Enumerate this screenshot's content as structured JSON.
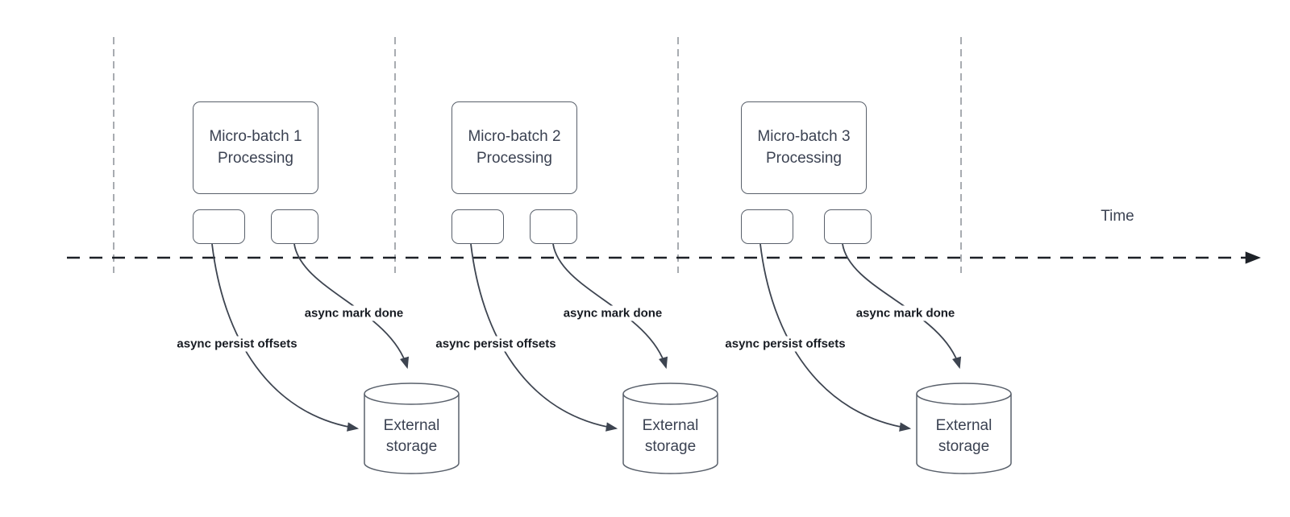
{
  "diagram_type": "timeline-flow-diagram",
  "time_axis": {
    "label": "Time"
  },
  "groups": [
    {
      "box_line1": "Micro-batch 1",
      "box_line2": "Processing",
      "persist_arrow_label": "async persist offsets",
      "done_arrow_label": "async mark done",
      "storage_line1": "External",
      "storage_line2": "storage"
    },
    {
      "box_line1": "Micro-batch 2",
      "box_line2": "Processing",
      "persist_arrow_label": "async persist offsets",
      "done_arrow_label": "async mark done",
      "storage_line1": "External",
      "storage_line2": "storage"
    },
    {
      "box_line1": "Micro-batch 3",
      "box_line2": "Processing",
      "persist_arrow_label": "async persist offsets",
      "done_arrow_label": "async mark done",
      "storage_line1": "External",
      "storage_line2": "storage"
    }
  ],
  "colors": {
    "background": "#ffffff",
    "shape_border": "#59606b",
    "shape_text": "#3b4252",
    "arrow_stroke": "#3d4450",
    "arrow_label_text": "#171b22",
    "time_axis_stroke": "#1d2127",
    "guide_line": "#a8acb1"
  }
}
